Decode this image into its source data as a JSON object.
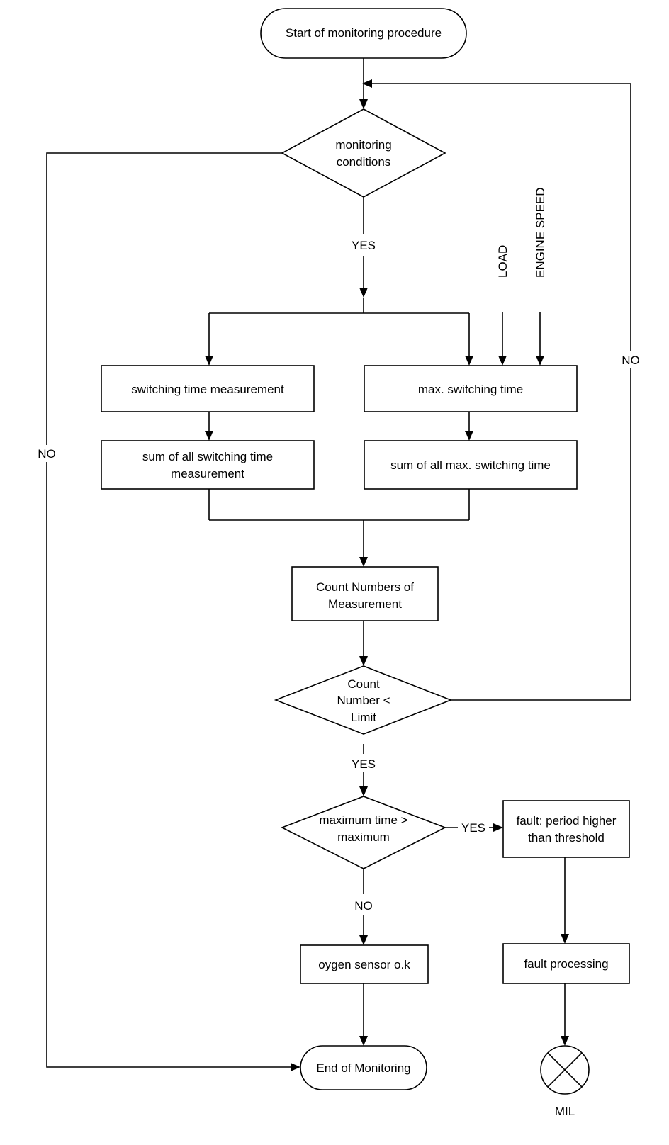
{
  "nodes": {
    "start": "Start of monitoring procedure",
    "monitoring_conditions": [
      "monitoring",
      "conditions"
    ],
    "switching_time_measurement": "switching time measurement",
    "max_switching_time": "max. switching time",
    "sum_switching_time": [
      "sum of all switching time",
      "measurement"
    ],
    "sum_max_switching_time": "sum of all max. switching time",
    "count_numbers": [
      "Count Numbers of",
      "Measurement"
    ],
    "count_limit": [
      "Count",
      "Number <",
      "Limit"
    ],
    "maximum_time": [
      "maximum time >",
      "maximum"
    ],
    "fault_period": [
      "fault: period higher",
      "than threshold"
    ],
    "oxygen_ok": "oygen sensor o.k",
    "fault_processing": "fault processing",
    "end": "End of Monitoring",
    "mil": "MIL"
  },
  "inputs": {
    "load": "LOAD",
    "engine_speed": "ENGINE SPEED"
  },
  "edge_labels": {
    "conditions_yes": "YES",
    "conditions_no": "NO",
    "limit_no": "NO",
    "limit_yes": "YES",
    "maxtime_yes": "YES",
    "maxtime_no": "NO"
  }
}
